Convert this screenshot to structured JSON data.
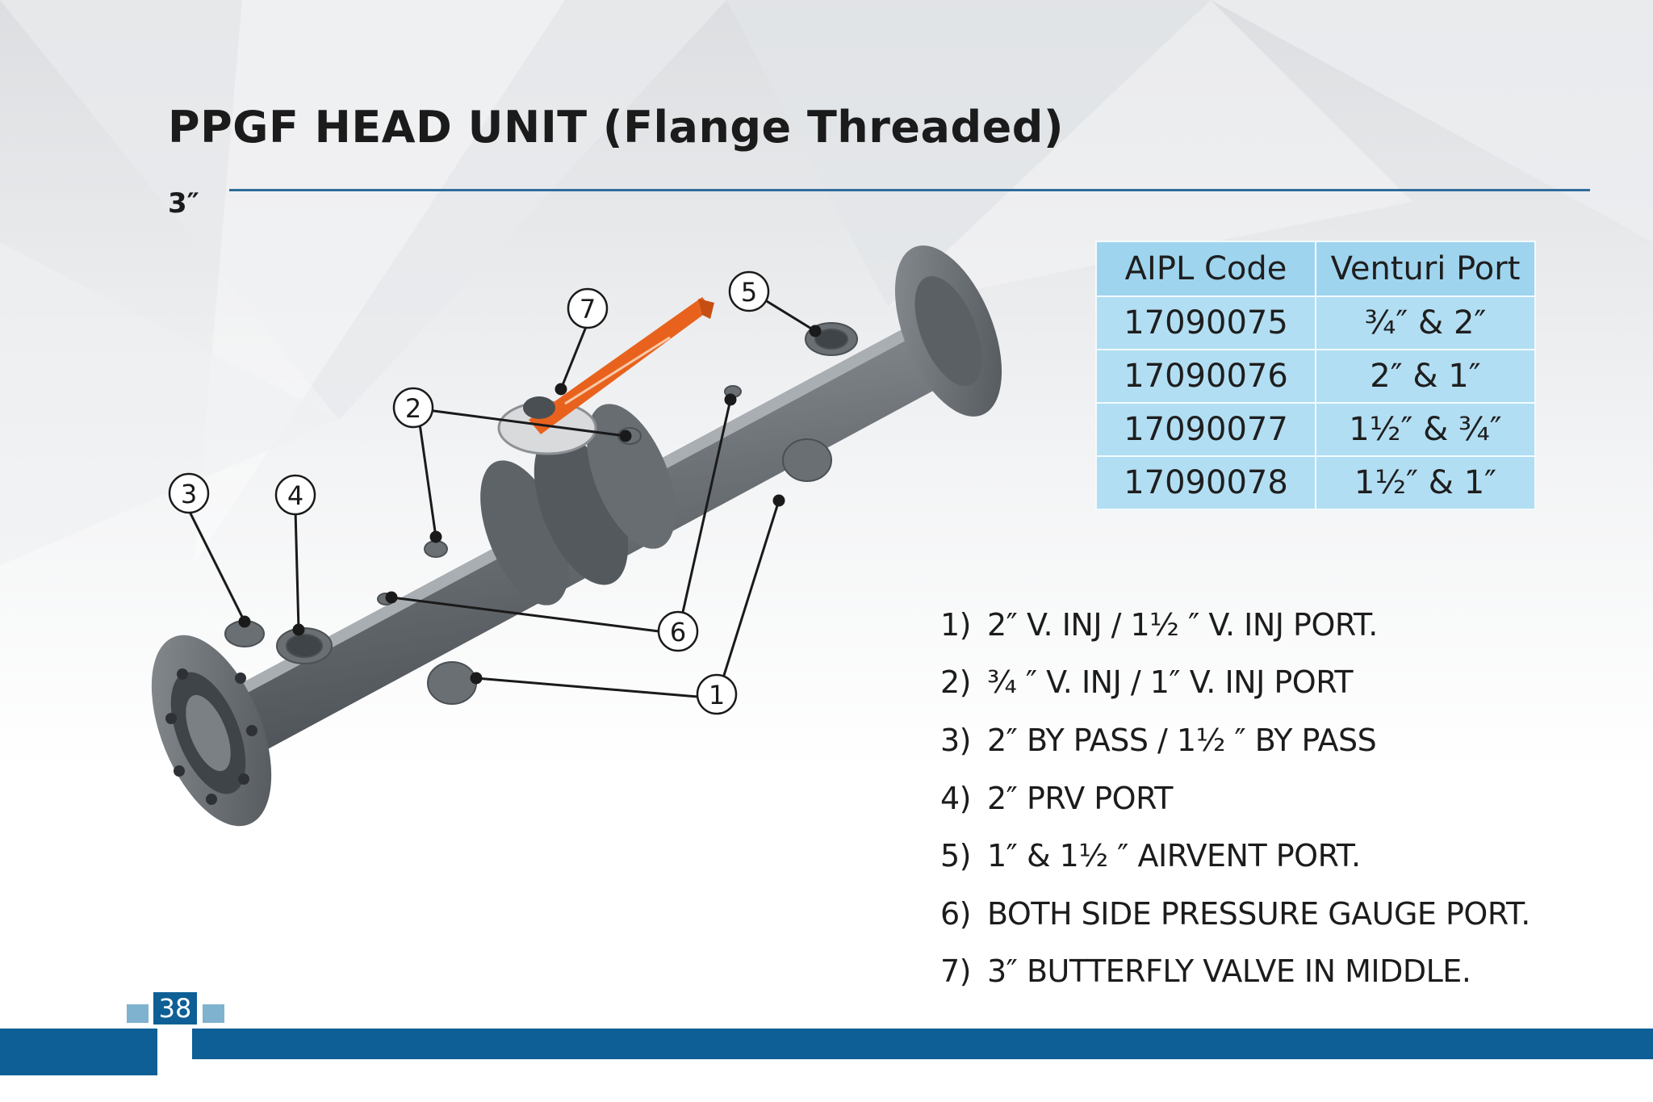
{
  "page": {
    "title": "PPGF HEAD UNIT (Flange Threaded)",
    "subtitle": "3″",
    "page_number": "38"
  },
  "table": {
    "headers": [
      "AIPL Code",
      "Venturi Port"
    ],
    "rows": [
      [
        "17090075",
        "¾″ & 2″"
      ],
      [
        "17090076",
        "2″ & 1″"
      ],
      [
        "17090077",
        "1½″ & ¾″"
      ],
      [
        "17090078",
        "1½″ & 1″"
      ]
    ]
  },
  "legend": [
    {
      "num": "1)",
      "text": "2″ V. INJ / 1½ ″ V. INJ PORT."
    },
    {
      "num": "2)",
      "text": "¾ ″ V. INJ / 1″ V. INJ PORT"
    },
    {
      "num": "3)",
      "text": "2″ BY PASS / 1½ ″ BY PASS"
    },
    {
      "num": "4)",
      "text": "2″ PRV PORT"
    },
    {
      "num": "5)",
      "text": "1″ & 1½ ″ AIRVENT  PORT."
    },
    {
      "num": "6)",
      "text": "BOTH SIDE PRESSURE GAUGE PORT."
    },
    {
      "num": "7)",
      "text": "3″ BUTTERFLY VALVE IN MIDDLE."
    }
  ],
  "callouts": [
    "1",
    "2",
    "3",
    "4",
    "5",
    "6",
    "7"
  ],
  "colors": {
    "pipe": "#6f7479",
    "handle": "#e8621e",
    "table_bg": "#b2def3",
    "footer": "#0d5f95"
  }
}
